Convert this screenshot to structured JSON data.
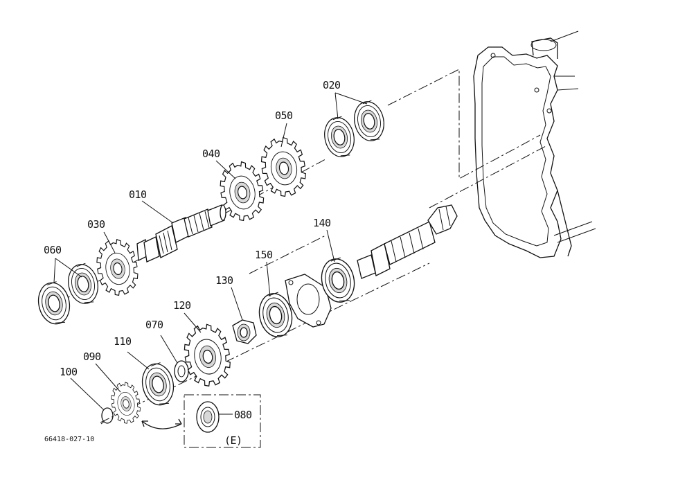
{
  "labels": {
    "p010": "010",
    "p020": "020",
    "p030": "030",
    "p040": "040",
    "p050": "050",
    "p060": "060",
    "p070": "070",
    "p080": "080",
    "p090": "090",
    "p100": "100",
    "p110": "110",
    "p120": "120",
    "p130": "130",
    "p140": "140",
    "p150": "150",
    "inset": "(E)",
    "code": "66418-027-10"
  }
}
